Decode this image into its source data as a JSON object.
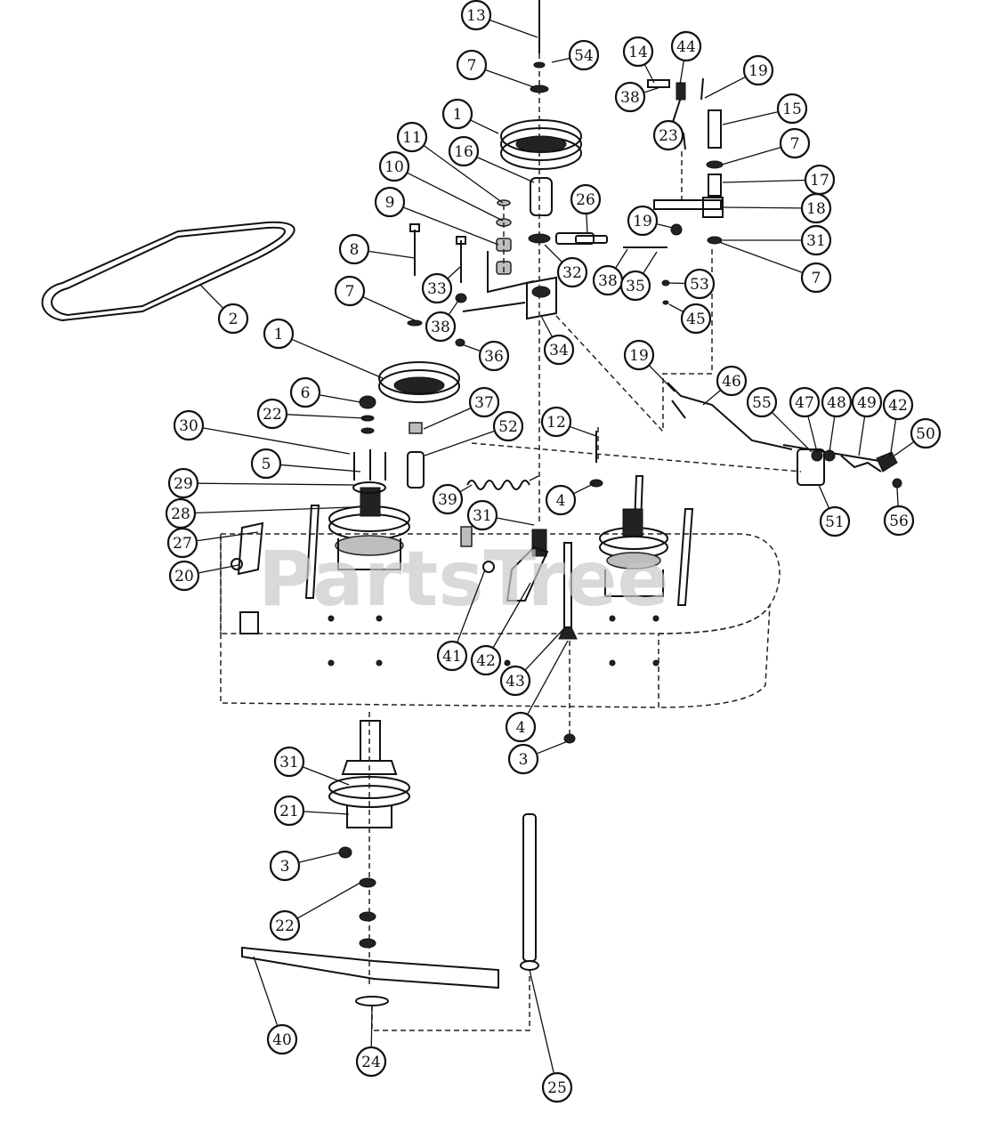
{
  "watermark": "PartsTree",
  "callouts": [
    {
      "label": "13"
    },
    {
      "label": "54"
    },
    {
      "label": "7"
    },
    {
      "label": "1"
    },
    {
      "label": "16"
    },
    {
      "label": "11"
    },
    {
      "label": "10"
    },
    {
      "label": "9"
    },
    {
      "label": "8"
    },
    {
      "label": "33"
    },
    {
      "label": "2"
    },
    {
      "label": "7"
    },
    {
      "label": "38"
    },
    {
      "label": "36"
    },
    {
      "label": "34"
    },
    {
      "label": "32"
    },
    {
      "label": "26"
    },
    {
      "label": "14"
    },
    {
      "label": "44"
    },
    {
      "label": "19"
    },
    {
      "label": "38"
    },
    {
      "label": "23"
    },
    {
      "label": "15"
    },
    {
      "label": "7"
    },
    {
      "label": "17"
    },
    {
      "label": "18"
    },
    {
      "label": "19"
    },
    {
      "label": "31"
    },
    {
      "label": "38"
    },
    {
      "label": "35"
    },
    {
      "label": "53"
    },
    {
      "label": "7"
    },
    {
      "label": "45"
    },
    {
      "label": "1"
    },
    {
      "label": "6"
    },
    {
      "label": "22"
    },
    {
      "label": "30"
    },
    {
      "label": "5"
    },
    {
      "label": "29"
    },
    {
      "label": "28"
    },
    {
      "label": "27"
    },
    {
      "label": "20"
    },
    {
      "label": "37"
    },
    {
      "label": "52"
    },
    {
      "label": "39"
    },
    {
      "label": "31"
    },
    {
      "label": "12"
    },
    {
      "label": "4"
    },
    {
      "label": "19"
    },
    {
      "label": "46"
    },
    {
      "label": "55"
    },
    {
      "label": "47"
    },
    {
      "label": "48"
    },
    {
      "label": "49"
    },
    {
      "label": "42"
    },
    {
      "label": "50"
    },
    {
      "label": "51"
    },
    {
      "label": "56"
    },
    {
      "label": "41"
    },
    {
      "label": "42"
    },
    {
      "label": "43"
    },
    {
      "label": "4"
    },
    {
      "label": "3"
    },
    {
      "label": "31"
    },
    {
      "label": "21"
    },
    {
      "label": "3"
    },
    {
      "label": "22"
    },
    {
      "label": "40"
    },
    {
      "label": "24"
    },
    {
      "label": "25"
    }
  ]
}
